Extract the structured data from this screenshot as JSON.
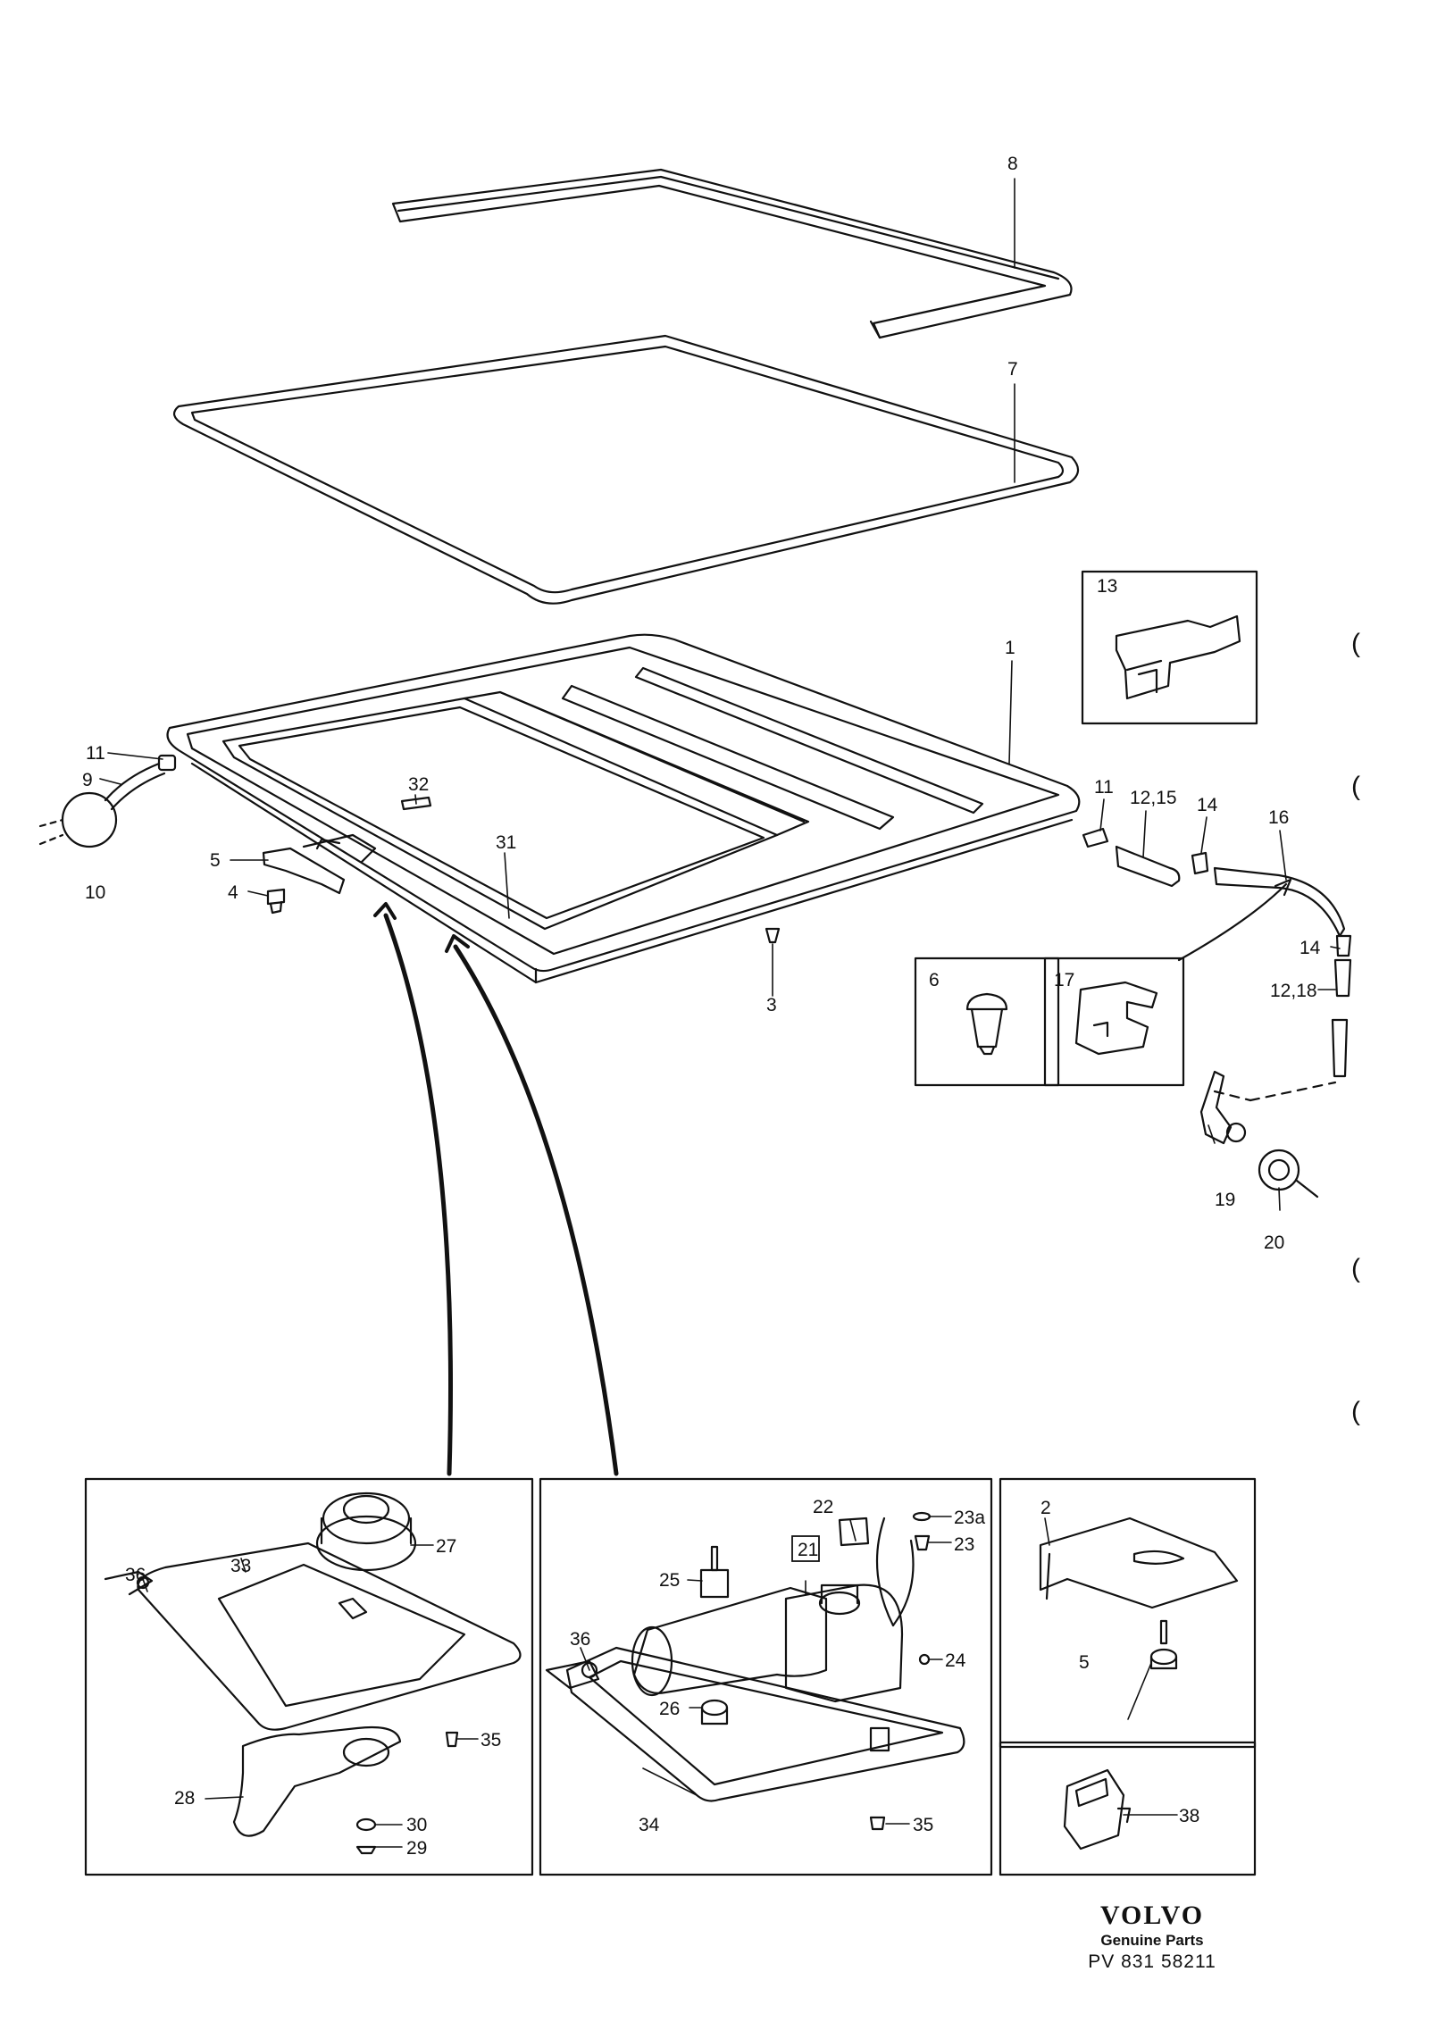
{
  "callouts": {
    "p1": "1",
    "p2": "2",
    "p3": "3",
    "p4": "4",
    "p5": "5",
    "p5b": "5",
    "p6": "6",
    "p7": "7",
    "p8": "8",
    "p9": "9",
    "p10": "10",
    "p11a": "11",
    "p11b": "11",
    "p1215": "12,15",
    "p13": "13",
    "p14a": "14",
    "p14b": "14",
    "p16": "16",
    "p17": "17",
    "p1218": "12,18",
    "p19": "19",
    "p20": "20",
    "p21": "21",
    "p22": "22",
    "p23a": "23a",
    "p23": "23",
    "p24": "24",
    "p25": "25",
    "p26": "26",
    "p27": "27",
    "p28": "28",
    "p29": "29",
    "p30": "30",
    "p31": "31",
    "p32": "32",
    "p33": "33",
    "p34": "34",
    "p35a": "35",
    "p35b": "35",
    "p36a": "36",
    "p36b": "36",
    "p38": "38"
  },
  "brand": {
    "logo": "VOLVO",
    "tagline": "Genuine Parts",
    "code": "PV 831   58211"
  },
  "margin_marks": [
    "(",
    "(",
    "(",
    "("
  ]
}
